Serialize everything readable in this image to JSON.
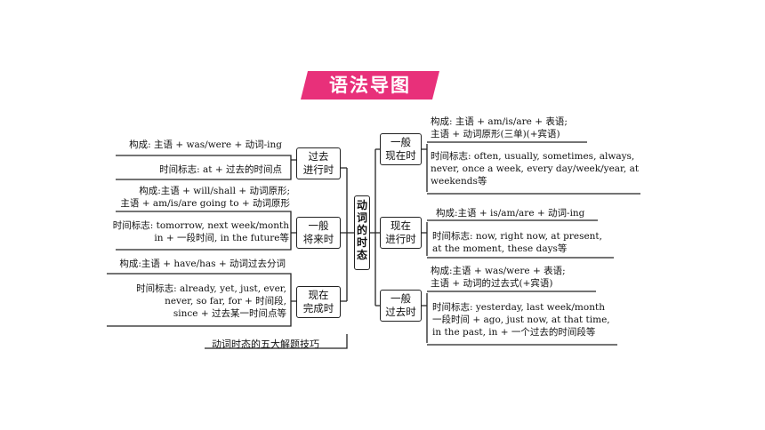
{
  "title": "语法导图",
  "center": [
    "动",
    "词",
    "的",
    "时",
    "态"
  ],
  "left": [
    {
      "tense": [
        "过去",
        "进行时"
      ],
      "construction": [
        "构成: 主语 + was/were + 动词-ing"
      ],
      "markers": [
        "时间标志: at + 过去的时间点"
      ]
    },
    {
      "tense": [
        "一般",
        "将来时"
      ],
      "construction": [
        "构成:主语 + will/shall + 动词原形;",
        "主语 + am/is/are going to + 动词原形"
      ],
      "markers": [
        "时间标志: tomorrow, next week/month",
        "in + 一段时间, in the future等"
      ]
    },
    {
      "tense": [
        "现在",
        "完成时"
      ],
      "construction": [
        "构成:主语 + have/has + 动词过去分词"
      ],
      "markers": [
        "时间标志: already, yet, just, ever,",
        "never, so far, for + 时间段,",
        "since + 过去某一时间点等"
      ]
    }
  ],
  "right": [
    {
      "tense": [
        "一般",
        "现在时"
      ],
      "construction": [
        "构成: 主语 + am/is/are + 表语;",
        "主语 + 动词原形(三单)(+宾语)"
      ],
      "markers": [
        "时间标志: often, usually, sometimes, always,",
        "never, once a week, every day/week/year, at",
        "weekends等"
      ]
    },
    {
      "tense": [
        "现在",
        "进行时"
      ],
      "construction": [
        "构成:主语 + is/am/are + 动词-ing"
      ],
      "markers": [
        "时间标志: now, right now, at present,",
        "at the moment, these days等"
      ]
    },
    {
      "tense": [
        "一般",
        "过去时"
      ],
      "construction": [
        "构成:主语 + was/were + 表语;",
        "主语 + 动词的过去式(+宾语)"
      ],
      "markers": [
        "时间标志: yesterday, last week/month",
        "一段时间 + ago, just now, at that time,",
        "in the past, in + 一个过去的时间段等"
      ]
    }
  ],
  "bottom_note": "动词时态的五大解题技巧"
}
